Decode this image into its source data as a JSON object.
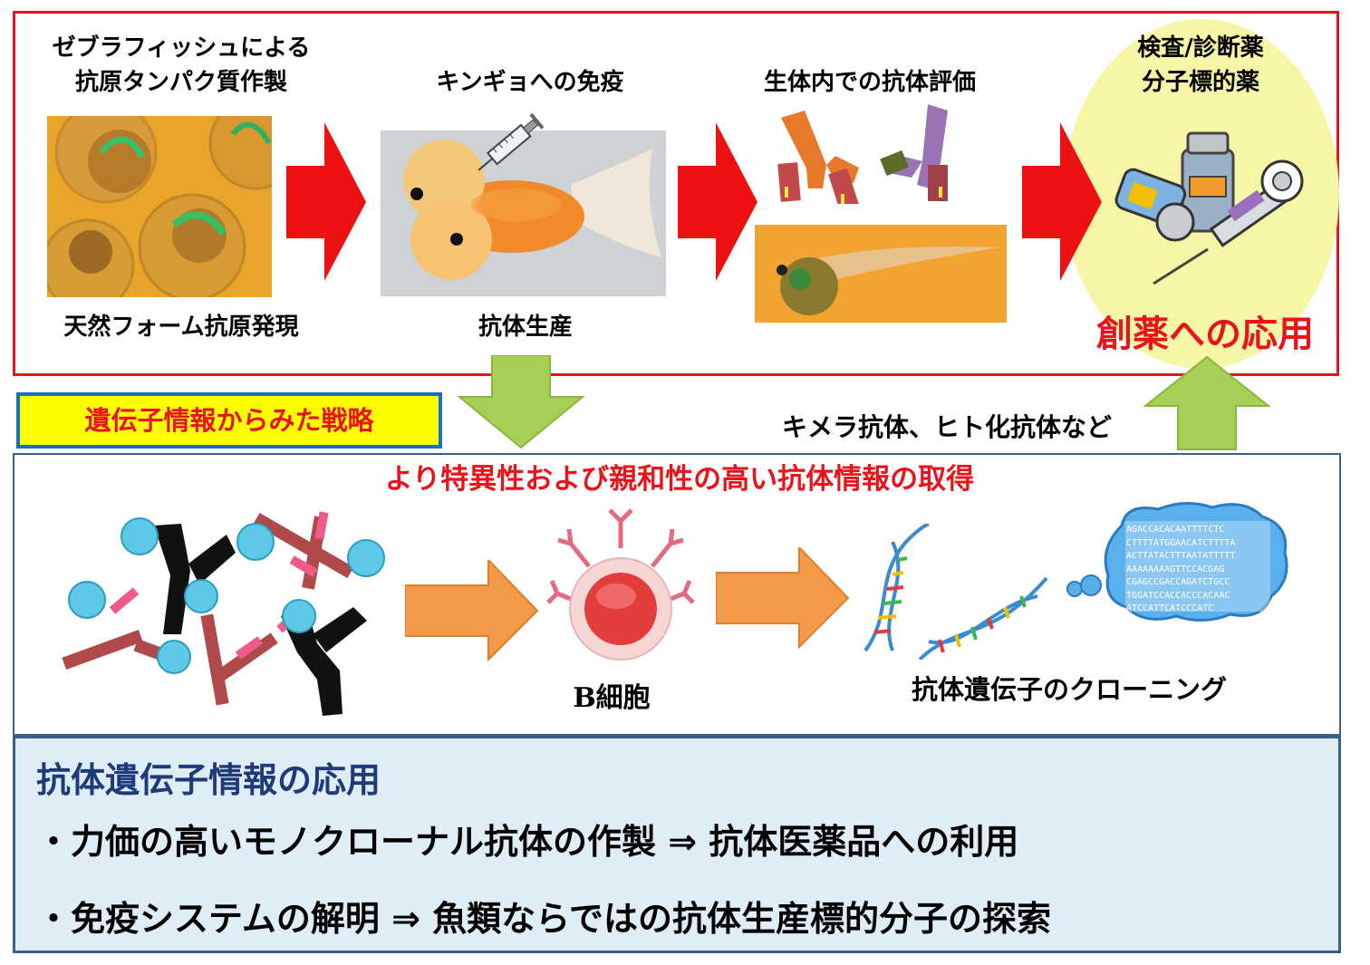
{
  "top": {
    "step1_title_line1": "ゼブラフィッシュによる",
    "step1_title_line2": "抗原タンパク質作製",
    "step1_caption": "天然フォーム抗原発現",
    "step2_title": "キンギョへの免疫",
    "step2_caption": "抗体生産",
    "step3_title": "生体内での抗体評価",
    "step4_title_line1": "検査/診断薬",
    "step4_title_line2": "分子標的薬",
    "step4_caption": "創薬への応用"
  },
  "middle": {
    "strategy_tag": "遺伝子情報からみた戦略",
    "side_note": "キメラ抗体、ヒト化抗体など",
    "heading": "より特異性および親和性の高い抗体情報の取得",
    "bcell_label": "B細胞",
    "cloning_label": "抗体遺伝子のクローニング",
    "dna_sequence_lines": [
      "AGACCACACAATTTTCTC",
      "CTTTTATGGAACATCTTTTA",
      "ACTTATACTTTAATATTTTT",
      "AAAAAAAAGTTCCACGAG",
      "CGAGCCGACCAGATCTGCC",
      "TGGATCCACCACCCACAAC",
      "ATCCATTCATCCCATC"
    ]
  },
  "bottom": {
    "title": "抗体遺伝子情報の応用",
    "bullet1": "・力価の高いモノクローナル抗体の作製 ⇒ 抗体医薬品への利用",
    "bullet2": "・免疫システムの解明 ⇒ 魚類ならではの抗体生産標的分子の探索"
  },
  "colors": {
    "red_frame": "#e8141b",
    "blue_frame": "#3b5e8c",
    "red_arrow": "#ee1111",
    "green_arrow": "#a6cf55",
    "orange_arrow": "#f29a4a",
    "highlight_ellipse": "#f7f5a6",
    "bottom_panel": "#deedf6",
    "tag_bg": "#ffff00"
  }
}
